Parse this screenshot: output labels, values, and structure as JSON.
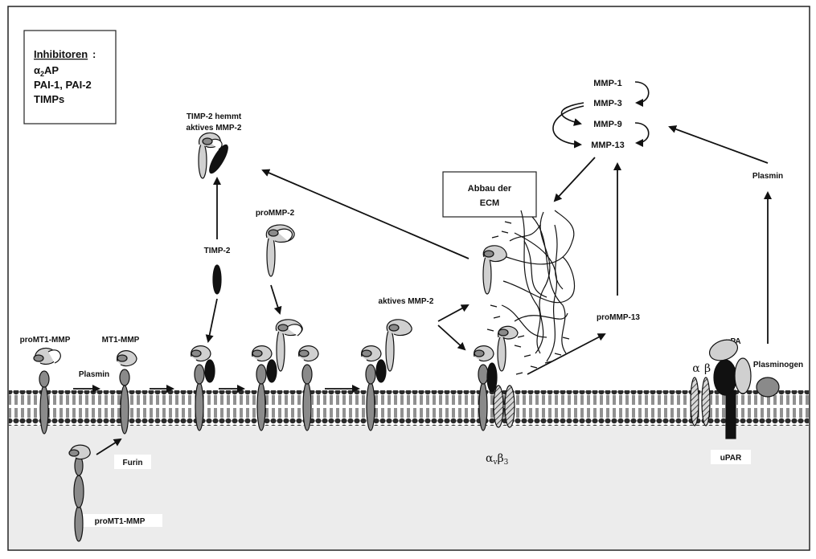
{
  "inhibitors": {
    "title": "Inhibitoren",
    "colon": ":",
    "line1_alpha": "α",
    "line1_sub": "2",
    "line1_rest": "AP",
    "line2": "PAI-1, PAI-2",
    "line3": "TIMPs"
  },
  "ecm_box": {
    "line1": "Abbau der",
    "line2": "ECM"
  },
  "labels": {
    "timp2_inhibits_line1": "TIMP-2 hemmt",
    "timp2_inhibits_line2": "aktives MMP-2",
    "promt1_top": "proMT1-MMP",
    "mt1": "MT1-MMP",
    "plasmin_left": "Plasmin",
    "timp2": "TIMP-2",
    "promp2": "proMMP-2",
    "active_mmp2": "aktives MMP-2",
    "promp13": "proMMP-13",
    "plasmin_right": "Plasmin",
    "upa": "uPA",
    "plasminogen": "Plasminogen",
    "upar": "uPAR",
    "furin": "Furin",
    "promt1_bottom": "proMT1-MMP",
    "alpha": "α",
    "beta": "β",
    "avb3_a": "α",
    "avb3_v": "v",
    "avb3_b": "β",
    "avb3_3": "3"
  },
  "mmp_list": [
    "MMP-1",
    "MMP-3",
    "MMP-9",
    "MMP-13"
  ],
  "colors": {
    "membrane_head": "#3a3a3a",
    "cytoplasm": "#ececec",
    "protein_gray": "#8a8a8a",
    "protein_light": "#d0d0d0",
    "protein_dark": "#111111"
  }
}
